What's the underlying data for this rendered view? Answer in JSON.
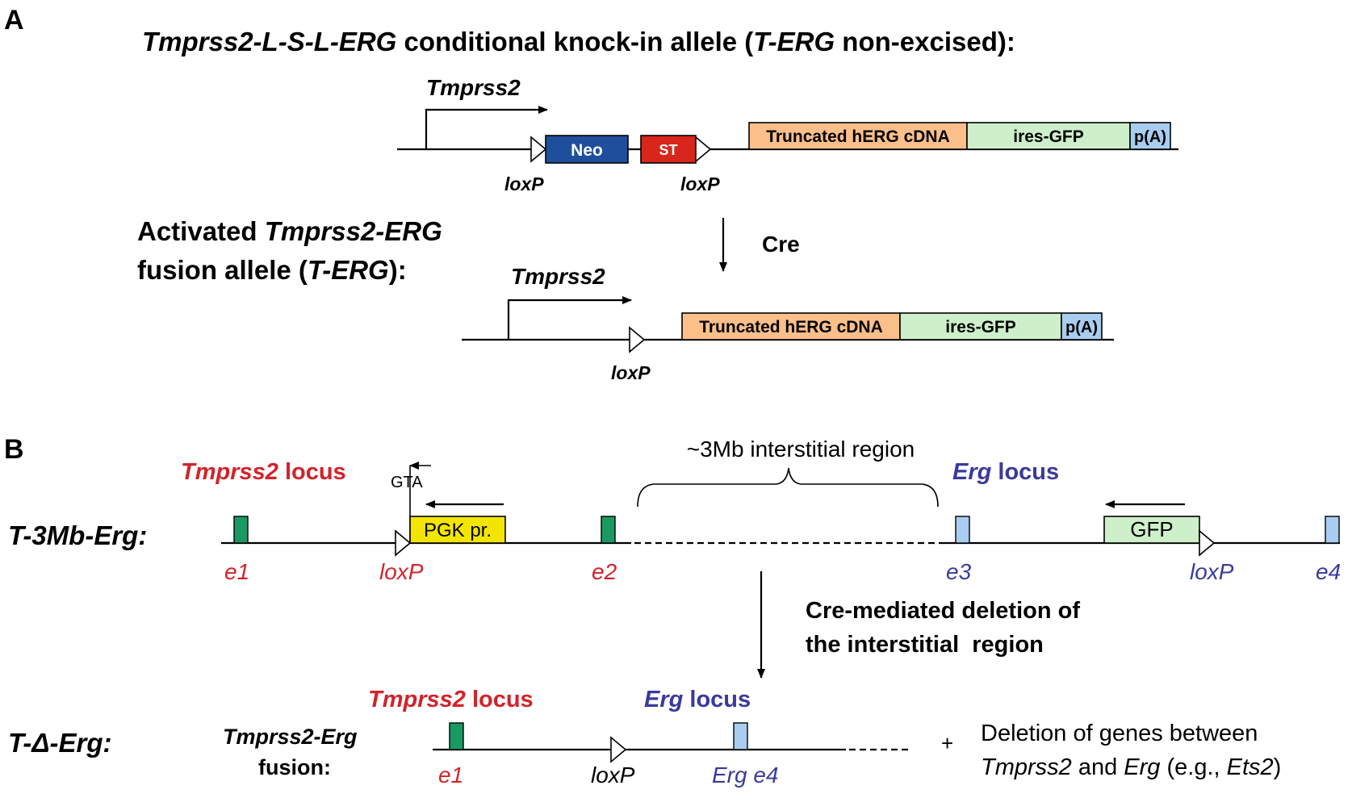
{
  "colors": {
    "red": "#d2232a",
    "blue": "#3a3a9c",
    "neo": "#1f4e9c",
    "st": "#d9261c",
    "herg": "#fbbf8a",
    "ires": "#cdefc9",
    "polyA": "#a9cdf0",
    "pgk": "#f2e600",
    "gfp": "#cdefc9",
    "exon_green": "#1a9a62",
    "exon_blue": "#a9cdf0"
  },
  "panel_a": {
    "letter": "A",
    "title": {
      "t1": "Tmprss2-L-S-L-ERG",
      "t2": " conditional knock-in allele (",
      "t3": "T-ERG",
      "t4": " non-excised):"
    },
    "promoter_label": "Tmprss2",
    "neo_label": "Neo",
    "st_label": "ST",
    "loxp_label": "loxP",
    "herg_label": "Truncated hERG cDNA",
    "ires_label": "ires-GFP",
    "polya_label": "p(A)",
    "cre_label": "Cre",
    "activated": {
      "l1a": "Activated ",
      "l1b": "Tmprss2-ERG",
      "l2a": "fusion allele (",
      "l2b": "T-ERG",
      "l2c": "):"
    }
  },
  "panel_b": {
    "letter": "B",
    "interstitial_label": "~3Mb interstitial region",
    "tmprss2_locus": {
      "name": "Tmprss2",
      "suffix": " locus"
    },
    "erg_locus": {
      "name": "Erg",
      "suffix": " locus"
    },
    "gta_label": "GTA",
    "allele_label": "T-3Mb-Erg:",
    "pgk_label": "PGK pr.",
    "gfp_label": "GFP",
    "loxp_label": "loxP",
    "exons": {
      "e1": "e1",
      "e2": "e2",
      "e3": "e3",
      "e4": "e4"
    },
    "deletion_text": {
      "l1": "Cre-mediated deletion of",
      "l2": "the interstitial  region"
    },
    "deleted_allele_label": "T-Δ-Erg:",
    "fusion_label": {
      "l1": "Tmprss2-Erg",
      "l2": "fusion:"
    },
    "erg_e4_label": "Erg e4",
    "plus": "+",
    "side_note": {
      "l1": "Deletion of genes between",
      "l2a": "Tmprss2",
      "l2b": " and ",
      "l2c": "Erg",
      "l2d": " (e.g., ",
      "l2e": "Ets2",
      "l2f": ")"
    }
  }
}
